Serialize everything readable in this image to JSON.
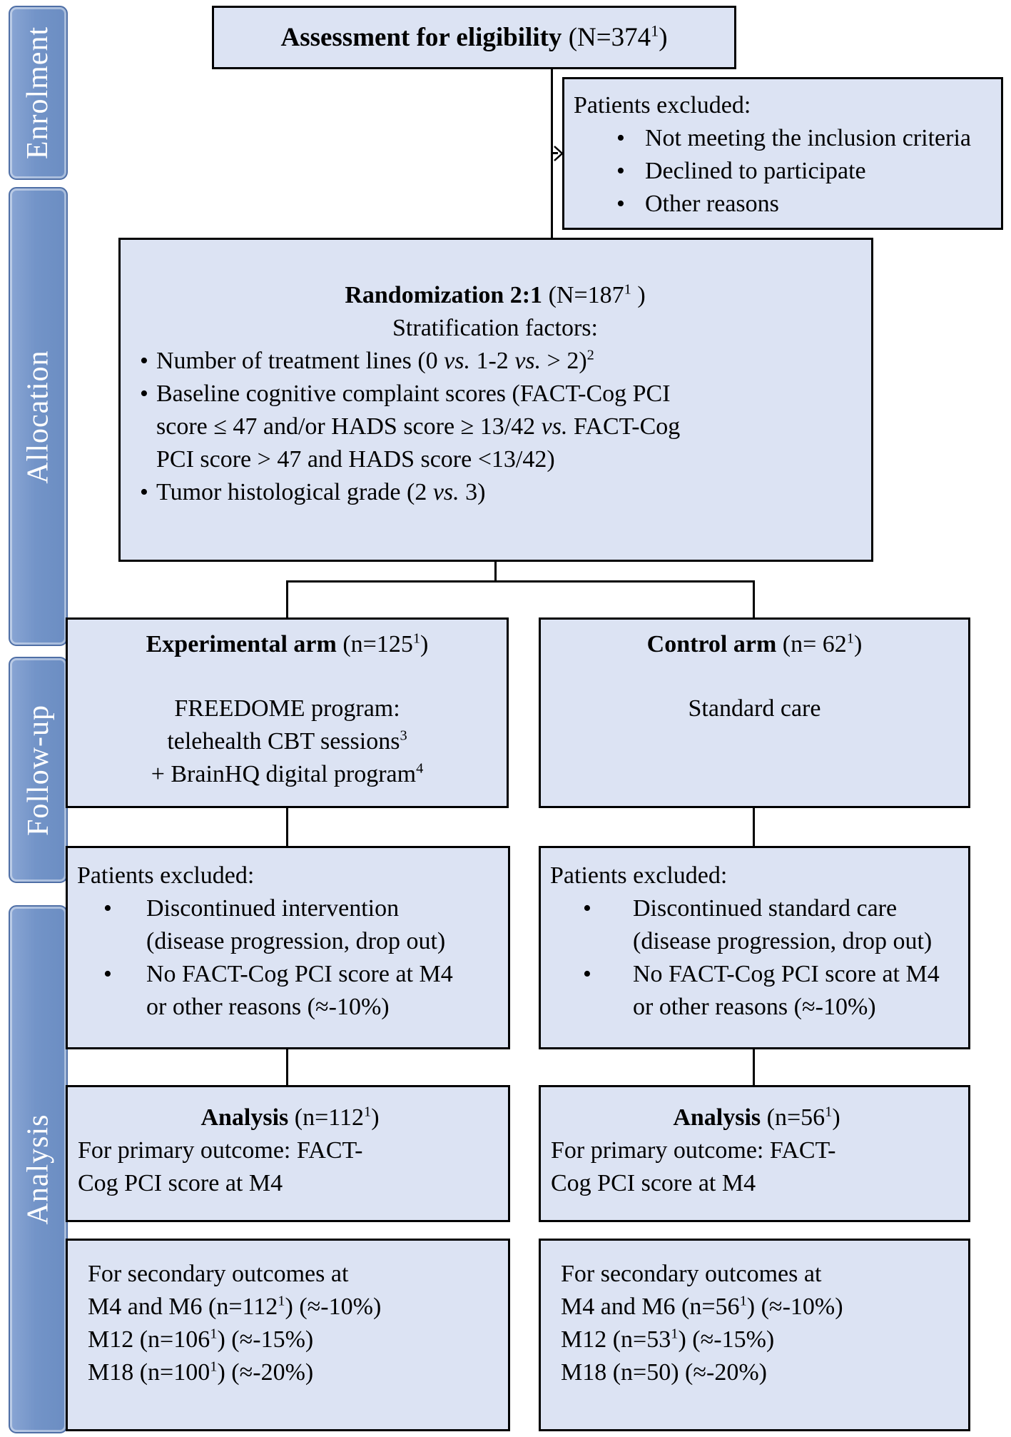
{
  "figure": {
    "type": "consort-flow-diagram"
  },
  "bullet_char": "•",
  "palette": {
    "background": "#ffffff",
    "box_fill": "#dce3f3",
    "box_border": "#000000",
    "sidebar_fill": "#7394c8",
    "sidebar_border": "#4f6fa6",
    "sidebar_text": "#ffffff",
    "connector": "#000000"
  },
  "sidebar": {
    "labels": [
      {
        "id": "enrolment",
        "label": "Enrolment"
      },
      {
        "id": "allocation",
        "label": "Allocation"
      },
      {
        "id": "followup",
        "label": "Follow-up"
      },
      {
        "id": "analysis",
        "label": "Analysis"
      }
    ]
  },
  "boxes": {
    "assessment": {
      "line": [
        {
          "t": "Assessment for eligibility ",
          "b": 1
        },
        {
          "t": "(N=374"
        },
        {
          "t": "1",
          "s": 1
        },
        {
          "t": ")"
        }
      ]
    },
    "excluded_top": {
      "title": "Patients excluded:",
      "bullets": [
        {
          "lines": [
            "Not meeting the inclusion criteria"
          ]
        },
        {
          "lines": [
            "Declined to participate"
          ]
        },
        {
          "lines": [
            "Other reasons"
          ]
        }
      ]
    },
    "randomization": {
      "heading": [
        {
          "t": "Randomization 2:1 ",
          "b": 1
        },
        {
          "t": "(N=187"
        },
        {
          "t": "1",
          "s": 1
        },
        {
          "t": " )"
        }
      ],
      "subheading": "Stratification factors:",
      "bullets": [
        {
          "lines": [
            [
              {
                "t": "Number of treatment lines (0 "
              },
              {
                "t": "vs.",
                "i": 1
              },
              {
                "t": " 1-2 "
              },
              {
                "t": "vs.",
                "i": 1
              },
              {
                "t": " > 2)"
              },
              {
                "t": "2",
                "s": 1
              }
            ]
          ]
        },
        {
          "lines": [
            "Baseline cognitive complaint scores (FACT-Cog PCI",
            [
              {
                "t": "score ≤ 47 and/or HADS score ≥ 13/42 "
              },
              {
                "t": "vs.",
                "i": 1
              },
              {
                "t": " FACT-Cog"
              }
            ],
            "PCI score > 47 and HADS score <13/42)"
          ]
        },
        {
          "lines": [
            [
              {
                "t": "Tumor histological grade (2 "
              },
              {
                "t": "vs.",
                "i": 1
              },
              {
                "t": " 3)"
              }
            ]
          ]
        }
      ]
    },
    "experimental": {
      "heading": [
        {
          "t": "Experimental arm ",
          "b": 1
        },
        {
          "t": "(n=125"
        },
        {
          "t": "1",
          "s": 1
        },
        {
          "t": ")"
        }
      ],
      "lines": [
        "FREEDOME program:",
        [
          {
            "t": "telehealth CBT sessions"
          },
          {
            "t": "3",
            "s": 1
          }
        ],
        [
          {
            "t": "+ BrainHQ digital program"
          },
          {
            "t": "4",
            "s": 1
          }
        ]
      ]
    },
    "control": {
      "heading": [
        {
          "t": "Control arm ",
          "b": 1
        },
        {
          "t": "(n= 62"
        },
        {
          "t": "1",
          "s": 1
        },
        {
          "t": ")"
        }
      ],
      "lines": [
        "Standard care"
      ]
    },
    "followup_left": {
      "title": "Patients excluded:",
      "bullets": [
        {
          "lines": [
            "Discontinued intervention",
            "(disease progression, drop out)"
          ]
        },
        {
          "lines": [
            "No FACT-Cog PCI score at M4",
            "or other reasons (≈-10%)"
          ]
        }
      ]
    },
    "followup_right": {
      "title": "Patients excluded:",
      "bullets": [
        {
          "lines": [
            "Discontinued standard care",
            "(disease progression, drop out)"
          ]
        },
        {
          "lines": [
            "No FACT-Cog PCI score at M4",
            "or other reasons (≈-10%)"
          ]
        }
      ]
    },
    "analysis_left": {
      "heading": [
        {
          "t": "Analysis ",
          "b": 1
        },
        {
          "t": "(n=112"
        },
        {
          "t": "1",
          "s": 1
        },
        {
          "t": ")"
        }
      ],
      "lines": [
        "For primary outcome: FACT-",
        "Cog PCI score at M4"
      ]
    },
    "analysis_right": {
      "heading": [
        {
          "t": "Analysis ",
          "b": 1
        },
        {
          "t": "(n=56"
        },
        {
          "t": "1",
          "s": 1
        },
        {
          "t": ")"
        }
      ],
      "lines": [
        "For primary outcome: FACT-",
        "Cog PCI score at M4"
      ]
    },
    "secondary_left": {
      "lines": [
        "For secondary outcomes at",
        [
          {
            "t": "M4 and M6 (n=112"
          },
          {
            "t": "1",
            "s": 1
          },
          {
            "t": ") (≈-10%)"
          }
        ],
        [
          {
            "t": "M12 (n=106"
          },
          {
            "t": "1",
            "s": 1
          },
          {
            "t": ") (≈-15%)"
          }
        ],
        [
          {
            "t": "M18 (n=100"
          },
          {
            "t": "1",
            "s": 1
          },
          {
            "t": ") (≈-20%)"
          }
        ]
      ]
    },
    "secondary_right": {
      "lines": [
        "For secondary outcomes at",
        [
          {
            "t": "M4 and M6 (n=56"
          },
          {
            "t": "1",
            "s": 1
          },
          {
            "t": ") (≈-10%)"
          }
        ],
        [
          {
            "t": "M12 (n=53"
          },
          {
            "t": "1",
            "s": 1
          },
          {
            "t": ") (≈-15%)"
          }
        ],
        "M18 (n=50) (≈-20%)"
      ]
    }
  }
}
